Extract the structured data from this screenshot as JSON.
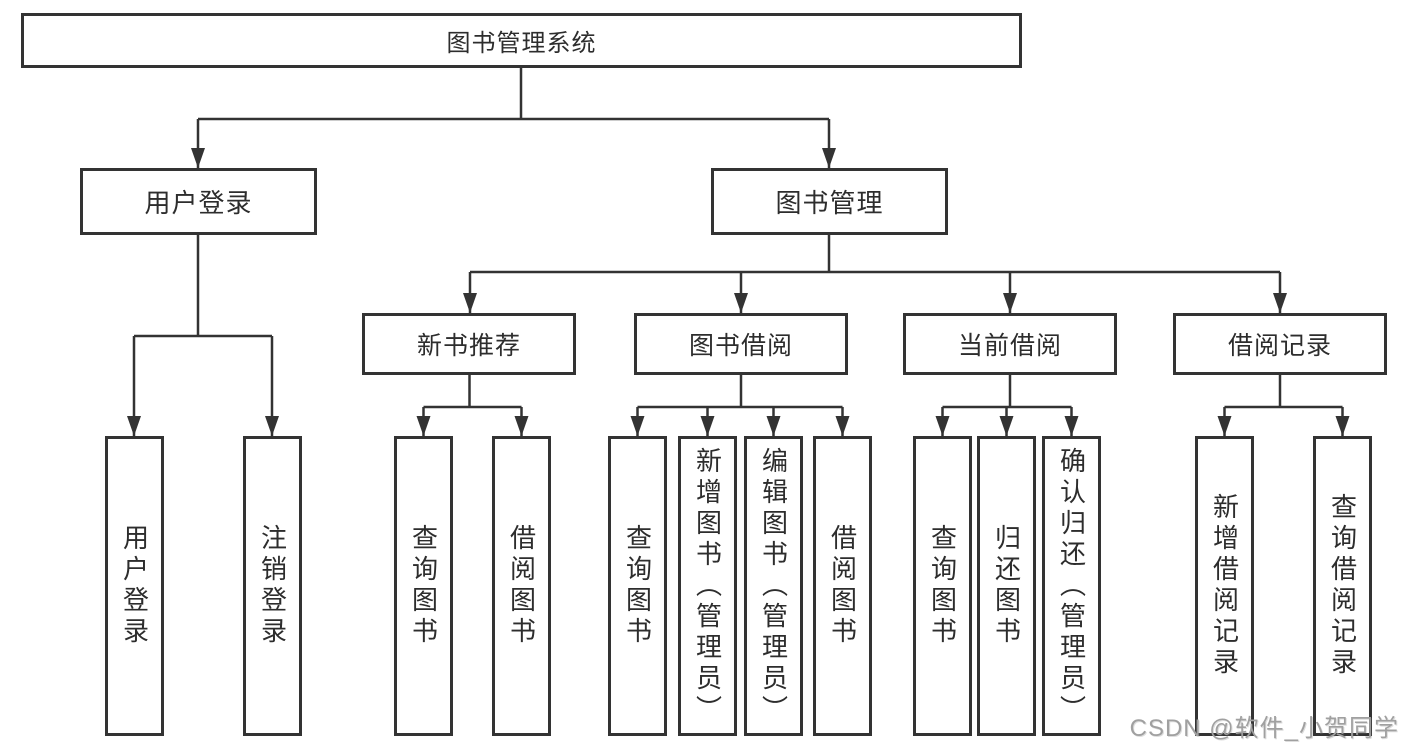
{
  "diagram": {
    "root": {
      "label": "图书管理系统"
    },
    "login_branch": {
      "label": "用户登录",
      "children": [
        {
          "label": "用户登录"
        },
        {
          "label": "注销登录"
        }
      ]
    },
    "management_branch": {
      "label": "图书管理",
      "groups": [
        {
          "label": "新书推荐",
          "children": [
            {
              "label": "查询图书"
            },
            {
              "label": "借阅图书"
            }
          ]
        },
        {
          "label": "图书借阅",
          "children": [
            {
              "label": "查询图书"
            },
            {
              "label": "新增图书（管理员）"
            },
            {
              "label": "编辑图书（管理员）"
            },
            {
              "label": "借阅图书"
            }
          ]
        },
        {
          "label": "当前借阅",
          "children": [
            {
              "label": "查询图书"
            },
            {
              "label": "归还图书"
            },
            {
              "label": "确认归还（管理员）"
            }
          ]
        },
        {
          "label": "借阅记录",
          "children": [
            {
              "label": "新增借阅记录"
            },
            {
              "label": "查询借阅记录"
            }
          ]
        }
      ]
    }
  },
  "watermark": {
    "text": "CSDN @软件_小贺同学"
  },
  "colors": {
    "line": "#333333",
    "box_border": "#333333",
    "text": "#2d2d2d",
    "watermark": "#a0a0a0",
    "background": "#ffffff"
  }
}
